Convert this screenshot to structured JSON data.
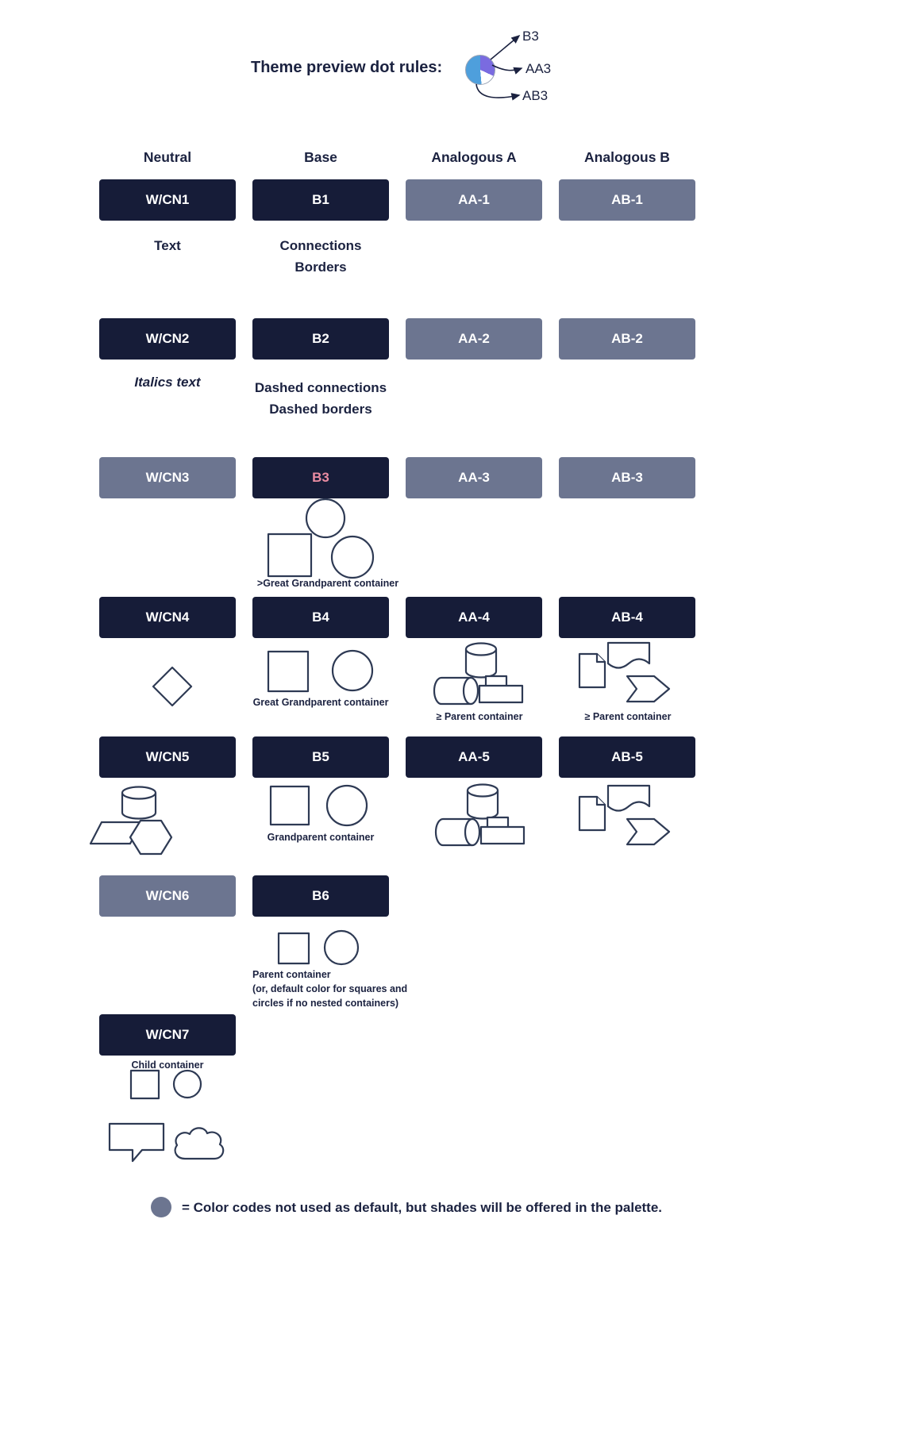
{
  "title": {
    "label": "Theme preview dot rules:",
    "dot_targets": [
      "B3",
      "AA3",
      "AB3"
    ]
  },
  "colors": {
    "dark_swatch": "#161C38",
    "gray_swatch": "#6C7590",
    "pink_label": "#EA8CA2",
    "text": "#1B2240",
    "shape_outline": "#2E3A54",
    "dot_blue": "#4E9FDC",
    "dot_purple": "#7A6BE0",
    "legend_dot": "#6C7590"
  },
  "b3_label_style": "color:#EA8CA2",
  "columns": [
    {
      "header": "Neutral",
      "swatches": [
        {
          "label": "W/CN1",
          "variant": "dark"
        },
        {
          "label": "W/CN2",
          "variant": "dark"
        },
        {
          "label": "W/CN3",
          "variant": "gray"
        },
        {
          "label": "W/CN4",
          "variant": "dark"
        },
        {
          "label": "W/CN5",
          "variant": "dark"
        },
        {
          "label": "W/CN6",
          "variant": "gray"
        },
        {
          "label": "W/CN7",
          "variant": "dark"
        }
      ]
    },
    {
      "header": "Base",
      "swatches": [
        {
          "label": "B1",
          "variant": "dark"
        },
        {
          "label": "B2",
          "variant": "dark"
        },
        {
          "label": "B3",
          "variant": "dark"
        },
        {
          "label": "B4",
          "variant": "dark"
        },
        {
          "label": "B5",
          "variant": "dark"
        },
        {
          "label": "B6",
          "variant": "dark"
        }
      ]
    },
    {
      "header": "Analogous A",
      "swatches": [
        {
          "label": "AA-1",
          "variant": "gray"
        },
        {
          "label": "AA-2",
          "variant": "gray"
        },
        {
          "label": "AA-3",
          "variant": "gray"
        },
        {
          "label": "AA-4",
          "variant": "dark"
        },
        {
          "label": "AA-5",
          "variant": "dark"
        }
      ]
    },
    {
      "header": "Analogous B",
      "swatches": [
        {
          "label": "AB-1",
          "variant": "gray"
        },
        {
          "label": "AB-2",
          "variant": "gray"
        },
        {
          "label": "AB-3",
          "variant": "gray"
        },
        {
          "label": "AB-4",
          "variant": "dark"
        },
        {
          "label": "AB-5",
          "variant": "dark"
        }
      ]
    }
  ],
  "notes": {
    "neutral_row1": "Text",
    "base_row1_line1": "Connections",
    "base_row1_line2": "Borders",
    "neutral_row2": "Italics text",
    "base_row2_line1": "Dashed connections",
    "base_row2_line2": "Dashed borders",
    "base_row3_caption": ">Great Grandparent container",
    "base_row4_caption": "Great Grandparent container",
    "aa_row4_caption": "≥ Parent container",
    "ab_row4_caption": "≥ Parent container",
    "base_row5_caption": "Grandparent container",
    "base_row6_line1": "Parent container",
    "base_row6_line2": "(or, default color for squares and",
    "base_row6_line3": "circles if no nested containers)",
    "neutral_row7_caption": "Child container"
  },
  "legend": {
    "text": "= Color codes not used as default, but shades will be offered in the palette."
  }
}
